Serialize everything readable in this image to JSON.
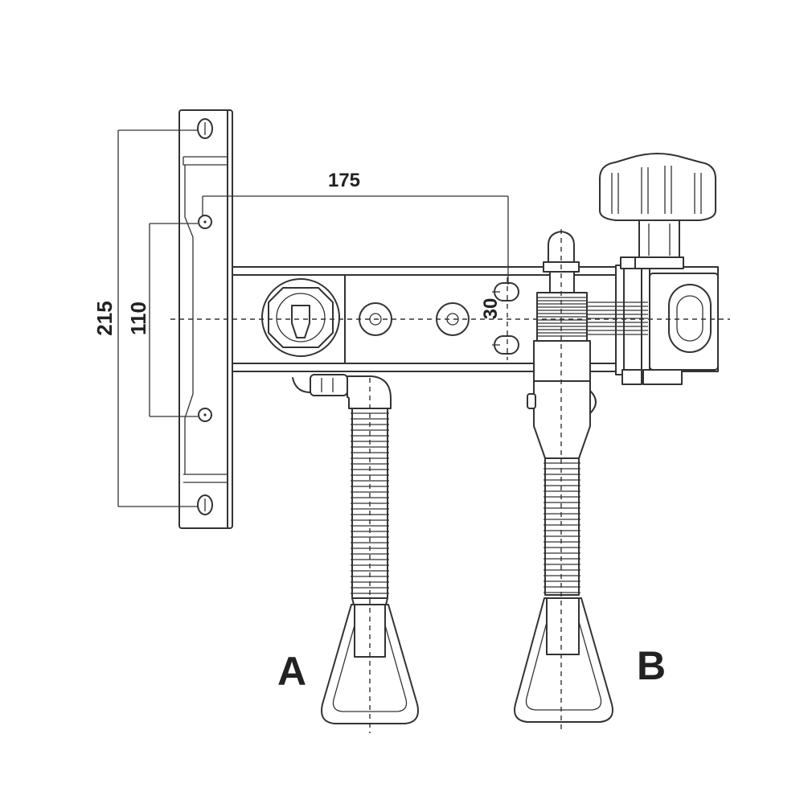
{
  "dimensions": {
    "overall_height": "215",
    "hole_spacing": "110",
    "arm_length": "175",
    "slot_spacing": "30"
  },
  "labels": {
    "variant_a": "A",
    "variant_b": "B"
  },
  "colors": {
    "line": "#333333",
    "background": "#ffffff",
    "text": "#222222"
  }
}
